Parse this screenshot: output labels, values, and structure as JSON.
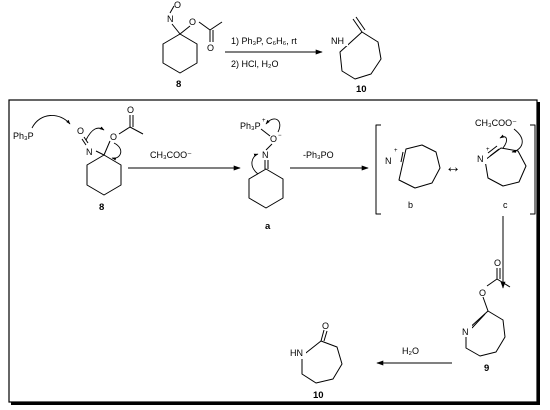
{
  "top_reaction": {
    "reactant_label": "8",
    "product_label": "10",
    "step1_text": "1) Ph₃P, C₆H₆, rt",
    "step2_text": "2) HCl, H₂O",
    "reactant_atoms": {
      "n": "N",
      "o_nitroso": "O",
      "o_ester": "O",
      "o_carbonyl": "O"
    },
    "product_atoms": {
      "nh": "NH"
    }
  },
  "mechanism": {
    "compound_8": {
      "label": "8",
      "reagent": "Ph₃P",
      "atoms": {
        "o_nitroso": "O",
        "n": "N",
        "o_ester": "O",
        "o_carbonyl": "O"
      }
    },
    "step1_reagent": "CH₃COO⁻",
    "intermediate_a": {
      "label": "a",
      "phosphonium": "Ph₃P",
      "p_charge": "+",
      "o": "O",
      "o_charge": "−",
      "n": "N"
    },
    "step2_reagent": "-Ph₃PO",
    "intermediate_b": {
      "label": "b",
      "n": "N",
      "charge": "+"
    },
    "resonance_symbol": "↔",
    "intermediate_c": {
      "label": "c",
      "n": "N",
      "charge": "+",
      "nucleophile": "CH₃COO⁻"
    },
    "compound_9": {
      "label": "9",
      "n": "N",
      "o_ester": "O",
      "o_carbonyl": "O"
    },
    "hydrolysis_reagent": "H₂O",
    "product_10": {
      "label": "10",
      "nh": "HN",
      "o": "O"
    }
  }
}
